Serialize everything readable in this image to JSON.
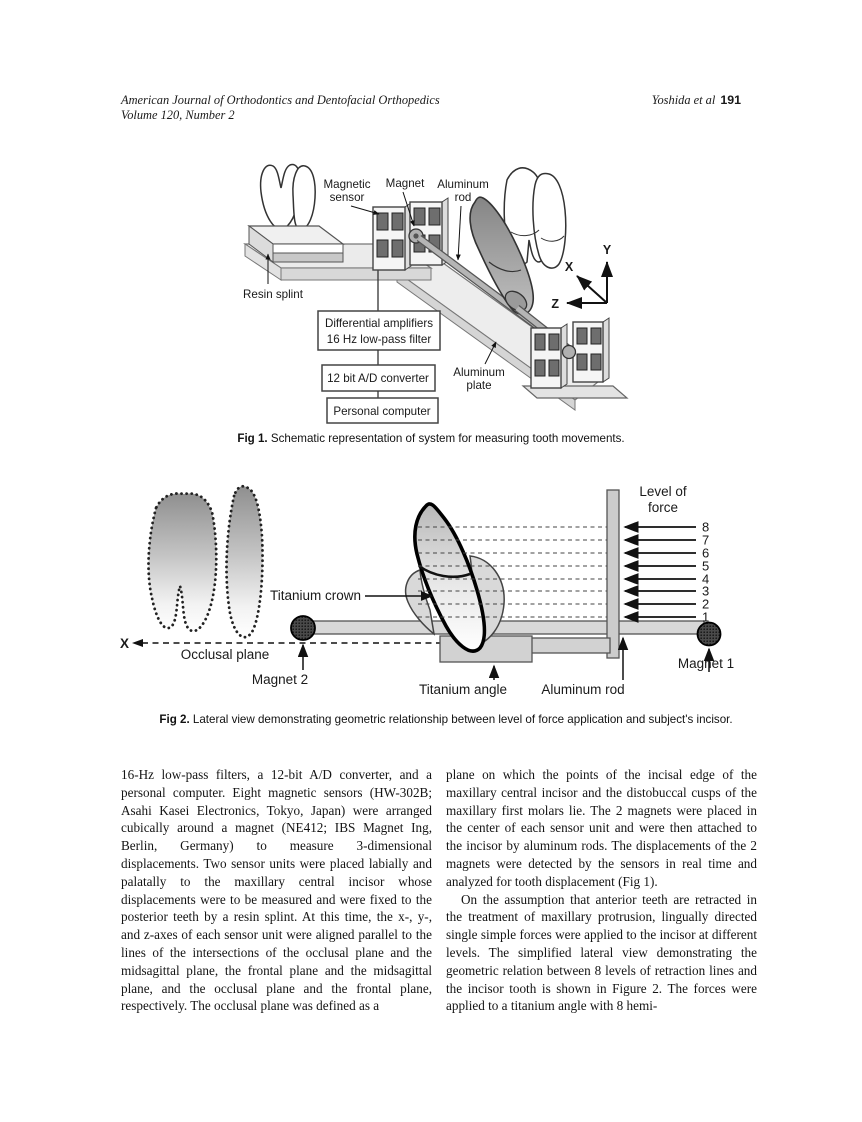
{
  "header": {
    "journal_line1": "American Journal of Orthodontics and Dentofacial Orthopedics",
    "journal_line2": "Volume 120, Number 2",
    "authors": "Yoshida et al",
    "page_number": "191"
  },
  "fig1": {
    "caption_label": "Fig 1.",
    "caption_text": " Schematic representation of system for measuring tooth movements.",
    "labels": {
      "magnetic_sensor_1": "Magnetic",
      "magnetic_sensor_2": "sensor",
      "magnet": "Magnet",
      "aluminum_rod_1": "Aluminum",
      "aluminum_rod_2": "rod",
      "resin_splint": "Resin splint",
      "aluminum_plate_1": "Aluminum",
      "aluminum_plate_2": "plate",
      "box1_line1": "Differential amplifiers",
      "box1_line2": "16 Hz low-pass filter",
      "box2": "12 bit A/D converter",
      "box3": "Personal computer",
      "axis_x": "X",
      "axis_y": "Y",
      "axis_z": "Z"
    }
  },
  "fig2": {
    "caption_label": "Fig 2.",
    "caption_text": " Lateral view demonstrating geometric relationship between level of force application and subject's incisor.",
    "labels": {
      "level_of_force_1": "Level of",
      "level_of_force_2": "force",
      "titanium_crown": "Titanium crown",
      "occlusal_plane": "Occlusal plane",
      "magnet2": "Magnet 2",
      "titanium_angle": "Titanium angle",
      "aluminum_rod": "Aluminum rod",
      "magnet1": "Magnet 1",
      "axis_x": "X",
      "force_levels": [
        "8",
        "7",
        "6",
        "5",
        "4",
        "3",
        "2",
        "1"
      ]
    }
  },
  "body": {
    "left_column": "16-Hz low-pass filters, a 12-bit A/D converter, and a personal computer. Eight magnetic sensors (HW-302B; Asahi Kasei Electronics, Tokyo, Japan) were arranged cubically around a magnet (NE412; IBS Magnet Ing, Berlin, Germany) to measure 3-dimensional displacements. Two sensor units were placed labially and palatally to the maxillary central incisor whose displacements were to be measured and were fixed to the posterior teeth by a resin splint. At this time, the x-, y-, and z-axes of each sensor unit were aligned parallel to the lines of the intersections of the occlusal plane and the midsagittal plane, the frontal plane and the midsagittal plane, and the occlusal plane and the frontal plane, respectively. The occlusal plane was defined as a",
    "right_column_p1": "plane on which the points of the incisal edge of the maxillary central incisor and the distobuccal cusps of the maxillary first molars lie. The 2 magnets were placed in the center of each sensor unit and were then attached to the incisor by aluminum rods. The displacements of the 2 magnets were detected by the sensors in real time and analyzed for tooth displacement (Fig 1).",
    "right_column_p2": "On the assumption that anterior teeth are retracted in the treatment of maxillary protrusion, lingually directed single simple forces were applied to the incisor at different levels. The simplified lateral view demonstrating the geometric relation between 8 levels of retraction lines and the incisor tooth is shown in Figure 2. The forces were applied to a titanium angle with 8 hemi-"
  }
}
